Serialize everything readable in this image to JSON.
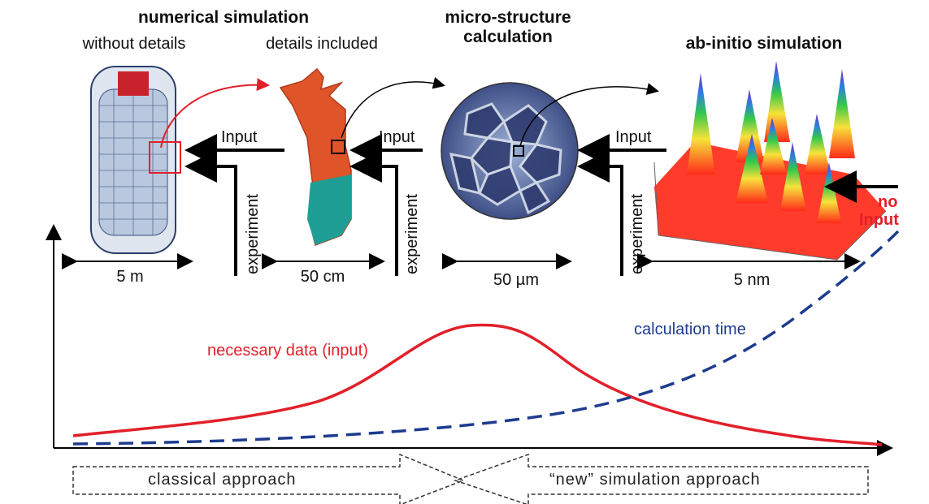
{
  "headers": {
    "numerical": "numerical simulation",
    "without_details": "without details",
    "details_included": "details included",
    "micro_line1": "micro-structure",
    "micro_line2": "calculation",
    "abinitio": "ab-initio simulation"
  },
  "labels": {
    "input": "Input",
    "experiment": "experiment",
    "no": "no",
    "no_input": "Input"
  },
  "scales": [
    "5 m",
    "50 cm",
    "50 µm",
    "5 nm"
  ],
  "curves": {
    "necessary_data": "necessary data (input)",
    "calculation_time": "calculation time"
  },
  "approaches": {
    "classical": "classical approach",
    "new": "“new” simulation approach"
  },
  "colors": {
    "red": "#e2202a",
    "blue": "#1d3c8f",
    "part_orange": "#e0542a",
    "part_teal": "#1f9e95"
  }
}
